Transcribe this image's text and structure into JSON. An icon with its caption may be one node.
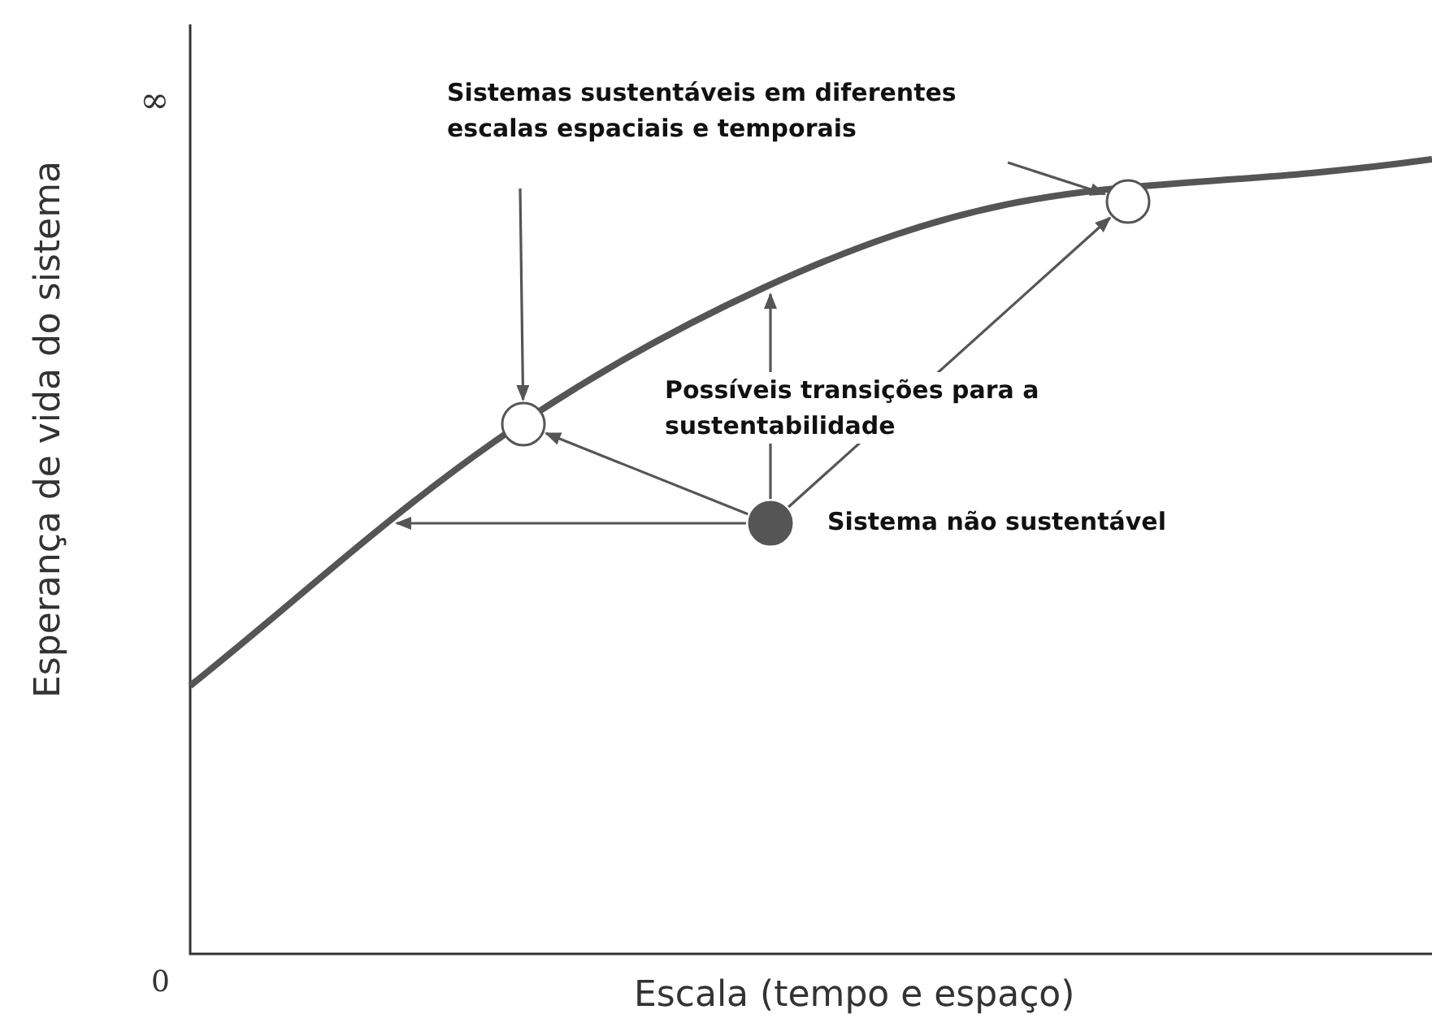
{
  "diagram": {
    "nodes": [
      {
        "text": [
          "Sistemas sustentáveis em diferentes escalas espaciais e temporais"
        ]
      },
      {
        "text": [],
        "shape": "circle"
      },
      {
        "text": [],
        "shape": "circle"
      },
      {
        "text": [],
        "shape": "circle",
        "beside": [
          "Sistema não sustentável"
        ]
      }
    ],
    "edges": [
      {
        "from": 0,
        "to": 1,
        "arrow": "to"
      },
      {
        "from": 3,
        "to": 1,
        "arrow": "to"
      },
      {
        "from": 3,
        "to": null,
        "arrow": "to"
      },
      {
        "from": 3,
        "to": null,
        "arrow": "to"
      },
      {
        "from": 3,
        "to": 2,
        "arrow": "to"
      },
      {
        "from": null,
        "to": 2,
        "arrow": "to"
      }
    ],
    "labels": [
      "∞",
      "Possíveis transições para a sustentabilidade",
      "Esperança de vida do sistema",
      "0",
      "Escala (tempo e espaço)"
    ]
  }
}
